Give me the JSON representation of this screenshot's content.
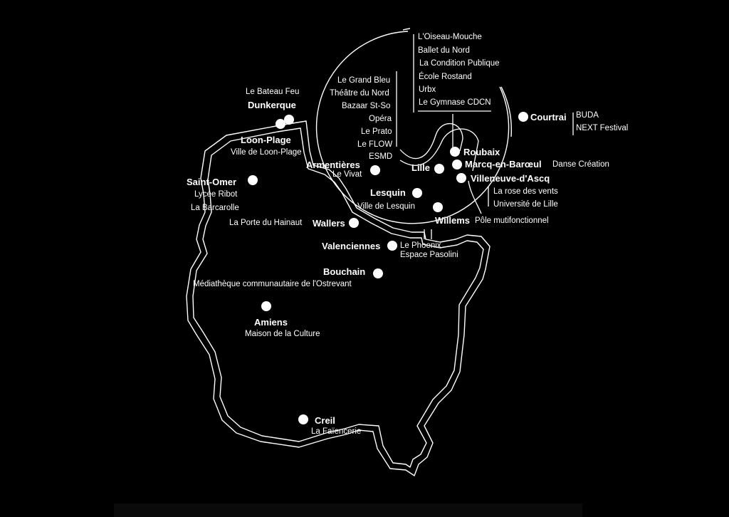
{
  "colors": {
    "background": "#000000",
    "foreground": "#ffffff"
  },
  "cities": {
    "dunkerque": "Dunkerque",
    "loon_plage": "Loon-Plage",
    "saint_omer": "Saint-Omer",
    "armentieres": "Armentières",
    "lille": "Lille",
    "roubaix": "Roubaix",
    "marcq": "Marcq-en-Barœul",
    "villeneuve": "Villeneuve-d'Ascq",
    "courtrai": "Courtrai",
    "lesquin": "Lesquin",
    "willems": "Willems",
    "wallers": "Wallers",
    "valenciennes": "Valenciennes",
    "bouchain": "Bouchain",
    "amiens": "Amiens",
    "creil": "Creil"
  },
  "venues": {
    "bateau_feu": "Le Bateau Feu",
    "ville_loon": "Ville de Loon-Plage",
    "lycee_ribot": "Lycée Ribot",
    "barcarolle": "La Barcarolle",
    "porte_hainaut": "La Porte du Hainaut",
    "vivat": "Le Vivat",
    "grand_bleu": "Le Grand Bleu",
    "theatre_nord": "Théâtre du Nord",
    "bazaar": "Bazaar St-So",
    "opera": "Opéra",
    "prato": "Le Prato",
    "flow": "Le FLOW",
    "esmd": "ESMD",
    "oiseau_mouche": "L'Oiseau-Mouche",
    "ballet_nord": "Ballet du Nord",
    "condition_publique": "La Condition Publique",
    "ecole_rostand": "École Rostand",
    "urbx": "Urbx",
    "gymnase": "Le Gymnase CDCN",
    "buda": "BUDA",
    "next": "NEXT Festival",
    "danse_creation": "Danse Création",
    "rose_vents": "La rose des vents",
    "universite_lille": "Université de Lille",
    "ville_lesquin": "Ville de Lesquin",
    "pole": "Pôle mutifonctionnel",
    "phoenix": "Le Phoenix",
    "pasolini": "Espace Pasolini",
    "mediatheque": "Médiathèque communautaire de l'Ostrevant",
    "maison_culture": "Maison de la Culture",
    "faiencerie": "La Faïencerie"
  }
}
